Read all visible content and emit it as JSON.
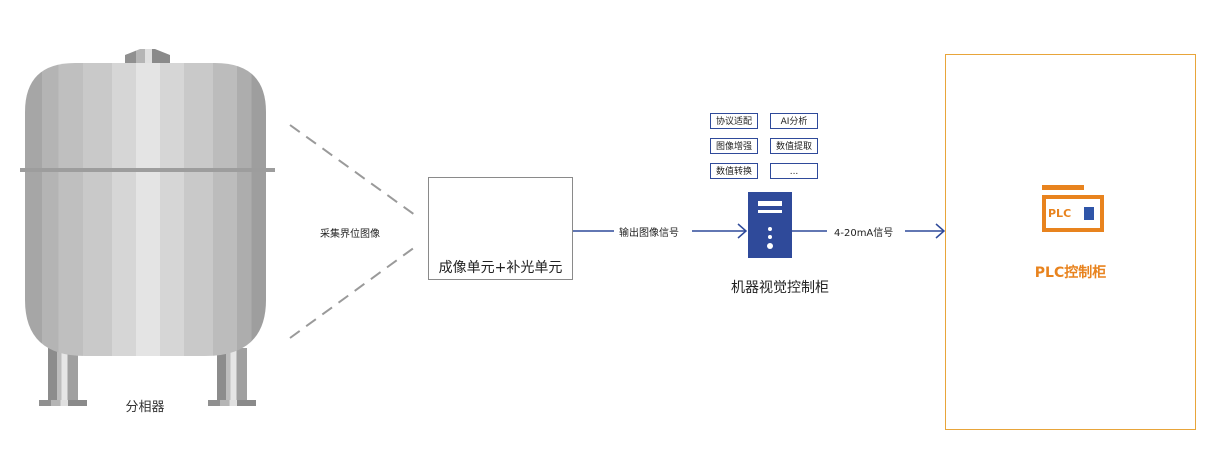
{
  "colors": {
    "blue": "#2f4a9a",
    "orange": "#e8831e",
    "orange_border": "#e8a53a",
    "dash_gray": "#9a9a9a",
    "box_border": "#8a8a8a"
  },
  "tank": {
    "label": "分相器",
    "icon": "separator-tank-icon"
  },
  "capture": {
    "label": "采集界位图像"
  },
  "imaging_unit": {
    "label": "成像单元+补光单元",
    "icon": "camera-icon"
  },
  "link1": {
    "label": "输出图像信号"
  },
  "vision_cabinet": {
    "label": "机器视觉控制柜",
    "icon": "server-cabinet-icon",
    "functions": [
      "协议适配",
      "AI分析",
      "图像增强",
      "数值提取",
      "数值转换",
      "..."
    ]
  },
  "link2": {
    "label": "4-20mA信号"
  },
  "plc": {
    "label": "PLC控制柜",
    "icon_text": "PLC",
    "icon": "plc-icon"
  }
}
